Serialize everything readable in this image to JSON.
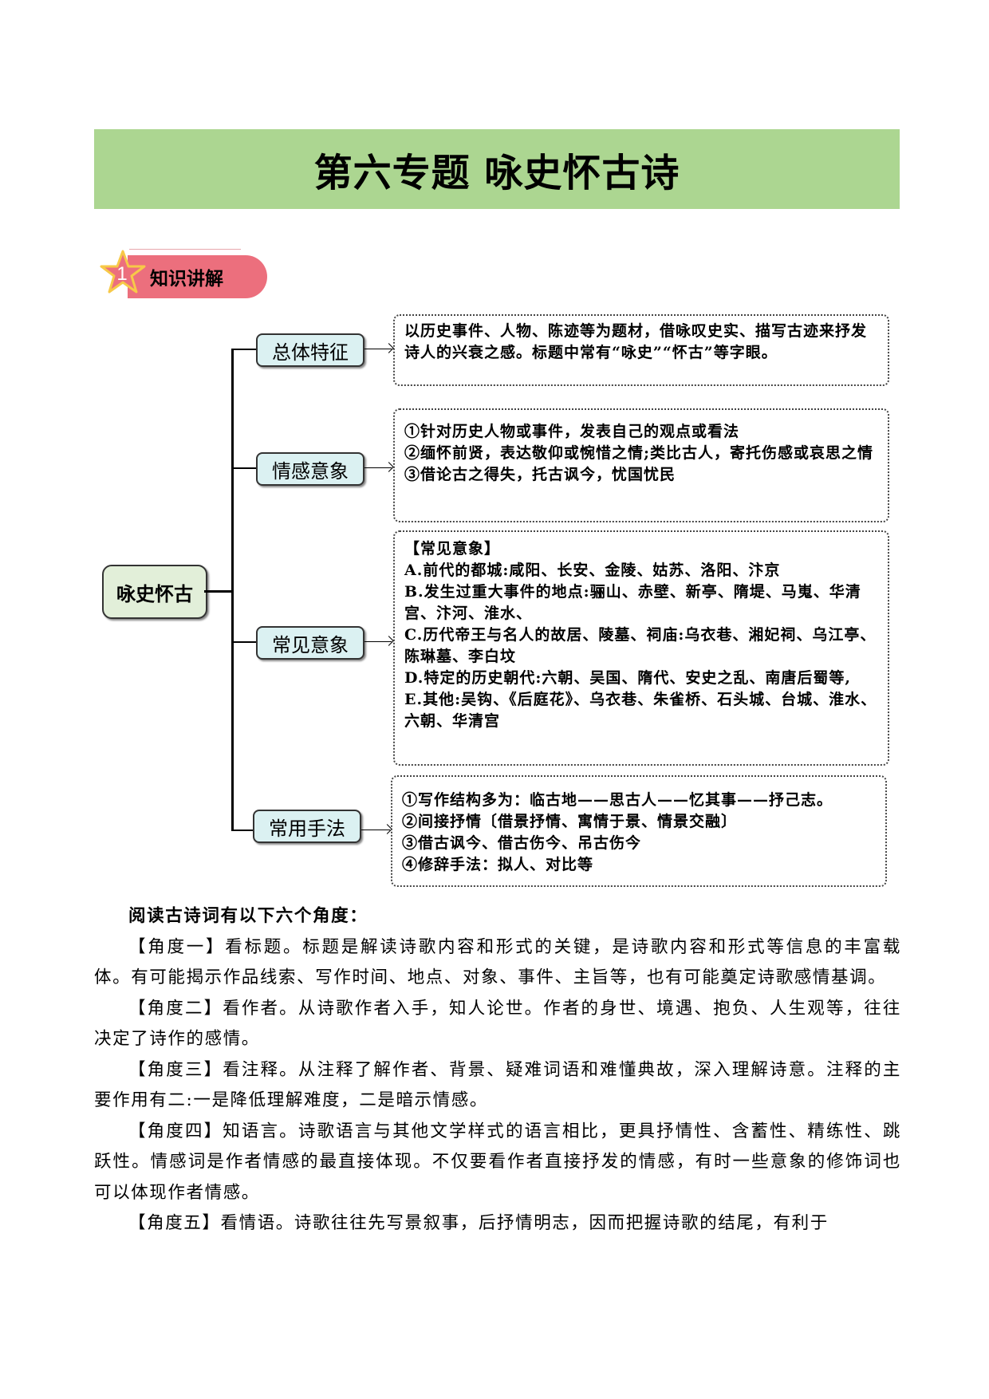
{
  "title": "第六专题  咏史怀古诗",
  "section_badge": {
    "number": "1",
    "label": "知识讲解",
    "colors": {
      "pill": "#ec6f7d",
      "star": "#f7c948"
    }
  },
  "mindmap": {
    "root": "咏史怀古",
    "branches": [
      {
        "label": "总体特征",
        "lines": [
          "以历史事件、人物、陈迹等为题材，借咏叹史实、描写古迹来抒发诗人的兴衰之感。标题中常有“咏史”“怀古”等字眼。"
        ]
      },
      {
        "label": "情感意象",
        "lines": [
          "①针对历史人物或事件，发表自己的观点或看法",
          "②缅怀前贤，表达敬仰或惋惜之情;类比古人，寄托伤感或哀思之情",
          "③借论古之得失，托古讽今，忧国忧民"
        ]
      },
      {
        "label": "常见意象",
        "lines": [
          "【常见意象】",
          "A.前代的都城:咸阳、长安、金陵、姑苏、洛阳、汴京",
          "B.发生过重大事件的地点:骊山、赤壁、新亭、隋堤、马嵬、华清宫、汴河、淮水、",
          "C.历代帝王与名人的故居、陵墓、祠庙:乌衣巷、湘妃祠、乌江亭、陈琳墓、李白坟",
          "D.特定的历史朝代:六朝、吴国、隋代、安史之乱、南唐后蜀等,",
          "E.其他:吴钩、《后庭花》、乌衣巷、朱雀桥、石头城、台城、淮水、六朝、华清宫"
        ]
      },
      {
        "label": "常用手法",
        "lines": [
          "①写作结构多为：临古地——思古人——忆其事——抒己志。",
          "②间接抒情〔借景抒情、寓情于景、情景交融〕",
          "③借古讽今、借古伤今、吊古伤今",
          "④修辞手法：拟人、对比等"
        ]
      }
    ]
  },
  "body": {
    "lead": "阅读古诗词有以下六个角度：",
    "paragraphs": [
      "【角度一】看标题。标题是解读诗歌内容和形式的关键，是诗歌内容和形式等信息的丰富载体。有可能揭示作品线索、写作时间、地点、对象、事件、主旨等，也有可能奠定诗歌感情基调。",
      "【角度二】看作者。从诗歌作者入手，知人论世。作者的身世、境遇、抱负、人生观等，往往决定了诗作的感情。",
      "【角度三】看注释。从注释了解作者、背景、疑难词语和难懂典故，深入理解诗意。注释的主要作用有二:一是降低理解难度，二是暗示情感。",
      "【角度四】知语言。诗歌语言与其他文学样式的语言相比，更具抒情性、含蓄性、精练性、跳跃性。情感词是作者情感的最直接体现。不仅要看作者直接抒发的情感，有时一些意象的修饰词也可以体现作者情感。",
      "【角度五】看情语。诗歌往往先写景叙事，后抒情明志，因而把握诗歌的结尾，有利于"
    ]
  }
}
